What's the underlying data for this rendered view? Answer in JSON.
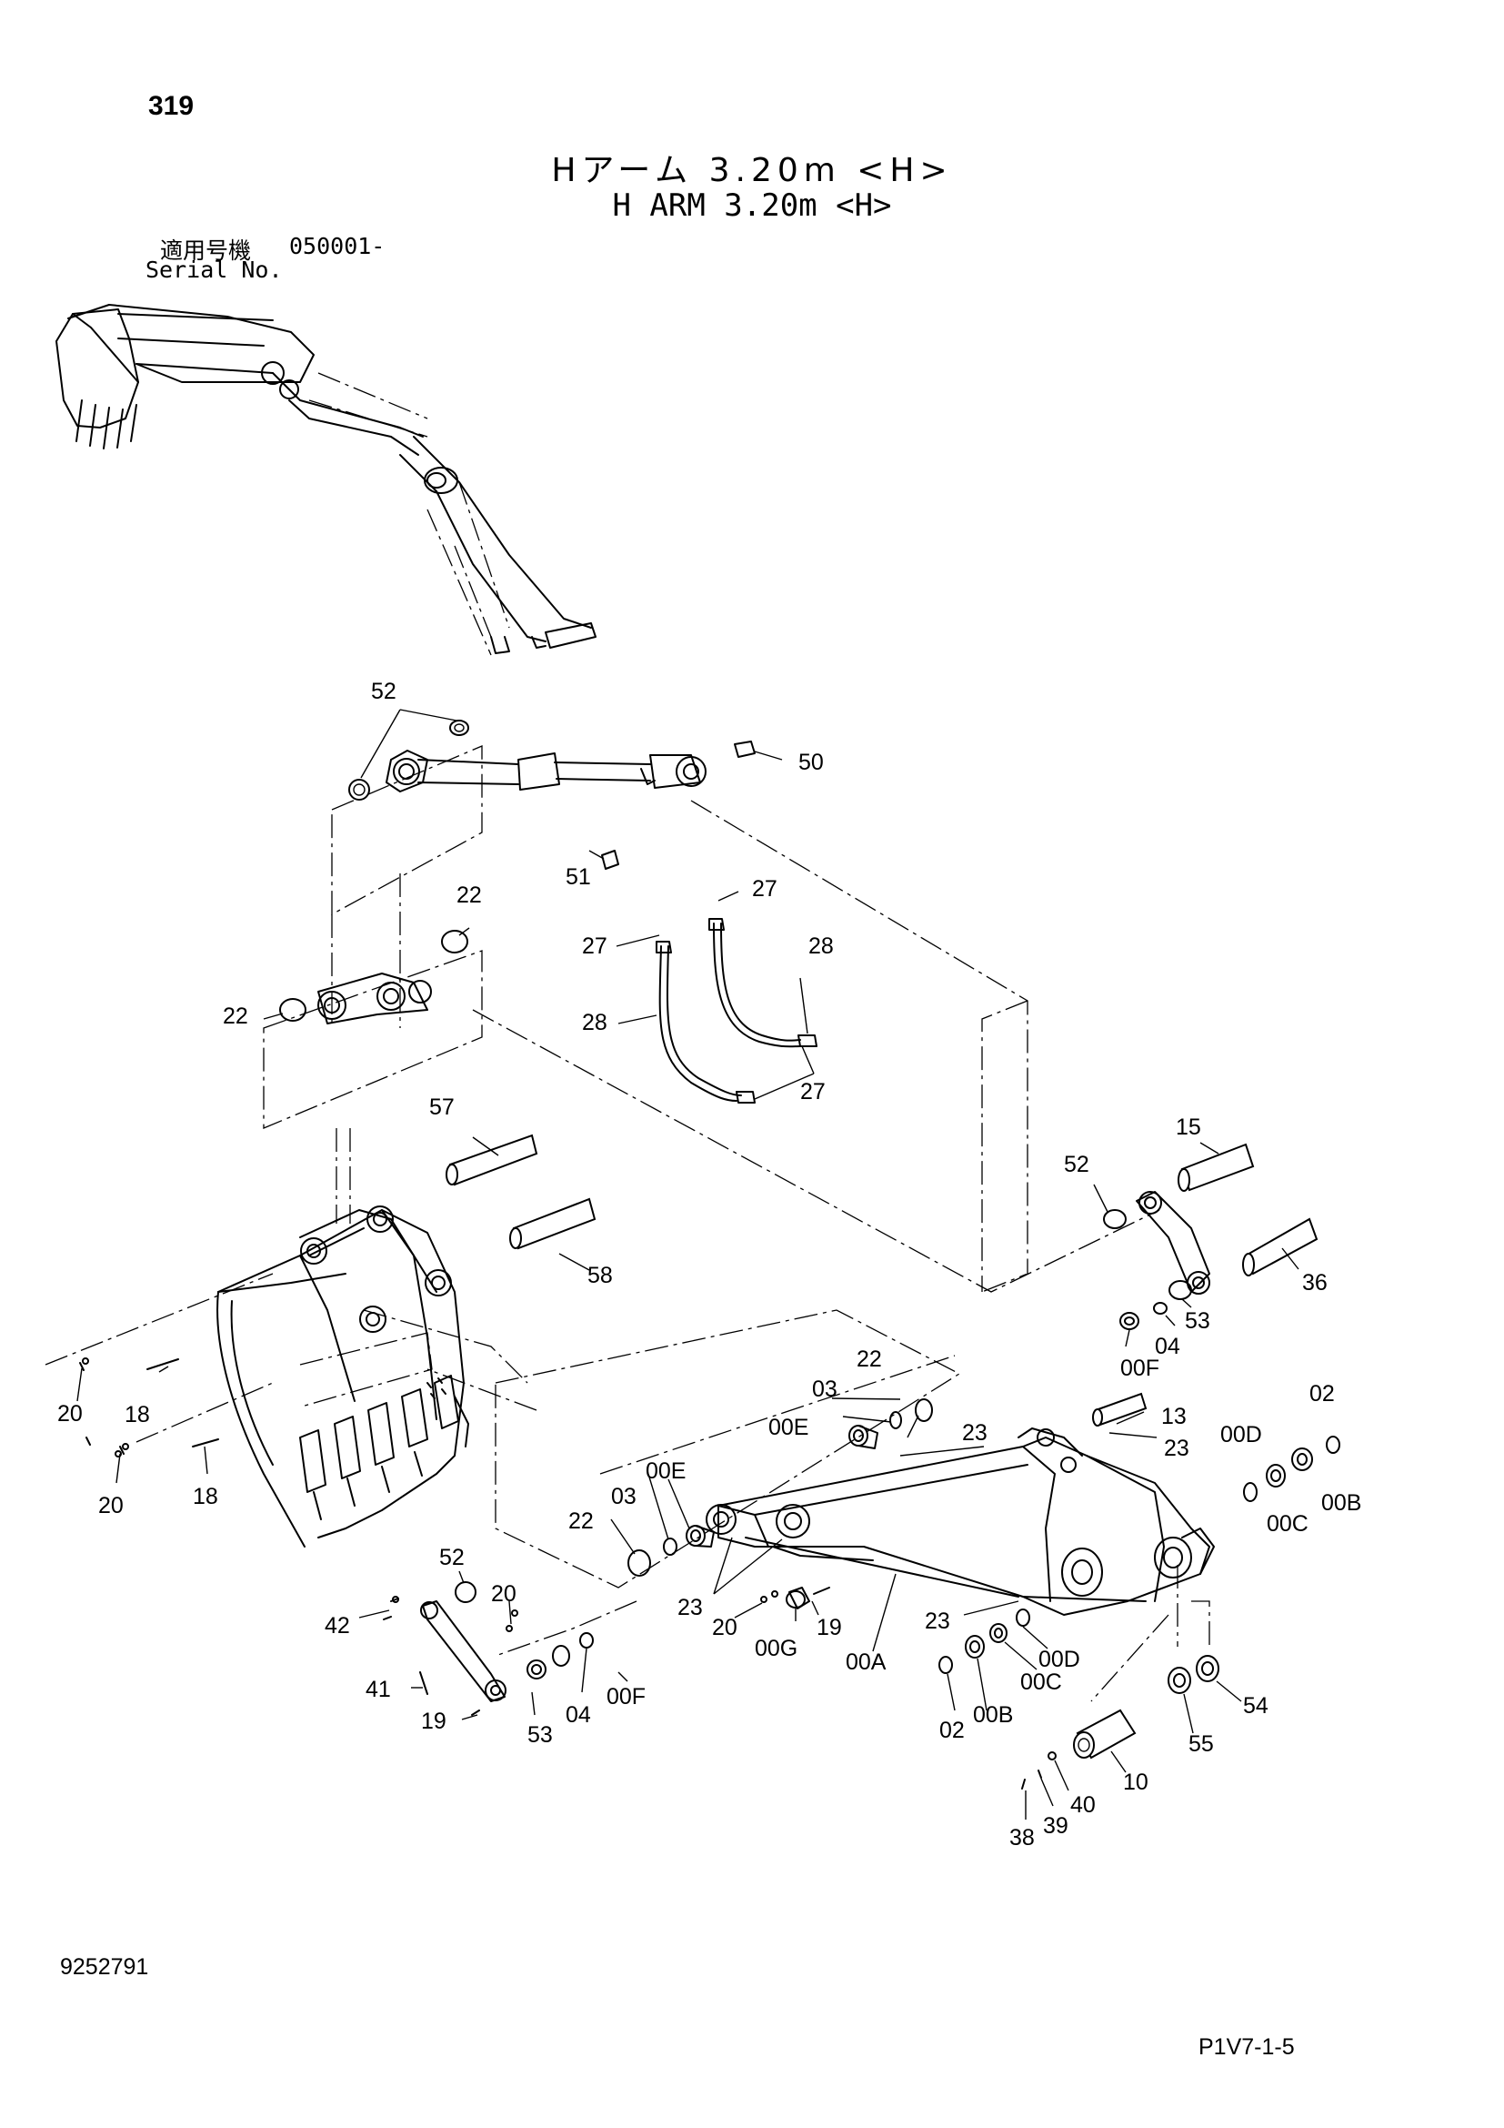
{
  "header": {
    "page_number": "319",
    "title_jp": "Hアーム 3.20m <H>",
    "title_en": "H ARM 3.20m <H>",
    "serial_label_jp": "適用号機",
    "serial_value": "050001-",
    "serial_label_en": "Serial No."
  },
  "footer": {
    "document_number": "9252791",
    "reference_code": "P1V7-1-5"
  },
  "callouts": [
    {
      "id": "c52a",
      "text": "52"
    },
    {
      "id": "c50",
      "text": "50"
    },
    {
      "id": "c51",
      "text": "51"
    },
    {
      "id": "c27a",
      "text": "27"
    },
    {
      "id": "c22a",
      "text": "22"
    },
    {
      "id": "c27b",
      "text": "27"
    },
    {
      "id": "c28a",
      "text": "28"
    },
    {
      "id": "c22b",
      "text": "22"
    },
    {
      "id": "c28b",
      "text": "28"
    },
    {
      "id": "c27c",
      "text": "27"
    },
    {
      "id": "c57",
      "text": "57"
    },
    {
      "id": "c15",
      "text": "15"
    },
    {
      "id": "c52b",
      "text": "52"
    },
    {
      "id": "c58",
      "text": "58"
    },
    {
      "id": "c36",
      "text": "36"
    },
    {
      "id": "c53a",
      "text": "53"
    },
    {
      "id": "c04a",
      "text": "04"
    },
    {
      "id": "c00Fa",
      "text": "00F"
    },
    {
      "id": "c20a",
      "text": "20"
    },
    {
      "id": "c18a",
      "text": "18"
    },
    {
      "id": "c22c",
      "text": "22"
    },
    {
      "id": "c03a",
      "text": "03"
    },
    {
      "id": "c00Ea",
      "text": "00E"
    },
    {
      "id": "c13",
      "text": "13"
    },
    {
      "id": "c02a",
      "text": "02"
    },
    {
      "id": "c23a",
      "text": "23"
    },
    {
      "id": "c23b",
      "text": "23"
    },
    {
      "id": "c00Da",
      "text": "00D"
    },
    {
      "id": "c00Ba",
      "text": "00B"
    },
    {
      "id": "c00Ca",
      "text": "00C"
    },
    {
      "id": "c20b",
      "text": "20"
    },
    {
      "id": "c18b",
      "text": "18"
    },
    {
      "id": "c00Eb",
      "text": "00E"
    },
    {
      "id": "c03b",
      "text": "03"
    },
    {
      "id": "c22d",
      "text": "22"
    },
    {
      "id": "c52c",
      "text": "52"
    },
    {
      "id": "c20c",
      "text": "20"
    },
    {
      "id": "c42",
      "text": "42"
    },
    {
      "id": "c23c",
      "text": "23"
    },
    {
      "id": "c20d",
      "text": "20"
    },
    {
      "id": "c00G",
      "text": "00G"
    },
    {
      "id": "c19a",
      "text": "19"
    },
    {
      "id": "c00A",
      "text": "00A"
    },
    {
      "id": "c23d",
      "text": "23"
    },
    {
      "id": "c00Db",
      "text": "00D"
    },
    {
      "id": "c00Cb",
      "text": "00C"
    },
    {
      "id": "c41",
      "text": "41"
    },
    {
      "id": "c19b",
      "text": "19"
    },
    {
      "id": "c53b",
      "text": "53"
    },
    {
      "id": "c04b",
      "text": "04"
    },
    {
      "id": "c00Fb",
      "text": "00F"
    },
    {
      "id": "c02b",
      "text": "02"
    },
    {
      "id": "c00Bb",
      "text": "00B"
    },
    {
      "id": "c54",
      "text": "54"
    },
    {
      "id": "c55",
      "text": "55"
    },
    {
      "id": "c10",
      "text": "10"
    },
    {
      "id": "c40",
      "text": "40"
    },
    {
      "id": "c39",
      "text": "39"
    },
    {
      "id": "c38",
      "text": "38"
    }
  ]
}
